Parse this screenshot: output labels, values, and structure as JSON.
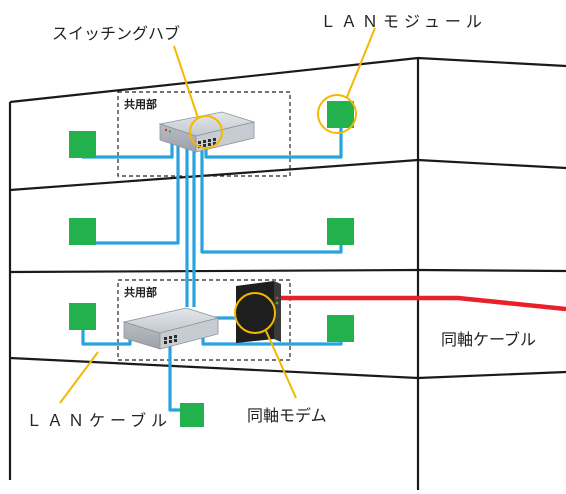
{
  "labels": {
    "switching_hub": "スイッチングハブ",
    "lan_module": "ＬＡＮモジュール",
    "shared_area_top": "共用部",
    "shared_area_bottom": "共用部",
    "coax_cable": "同軸ケーブル",
    "lan_cable": "ＬＡＮケーブル",
    "coax_modem": "同軸モデム"
  },
  "colors": {
    "lan_cable": "#29a3df",
    "coax_cable": "#e8202a",
    "lan_module": "#22b14c",
    "callout": "#f5b800",
    "hub_body": "#cfd3d8",
    "modem_body": "#1e1e1e"
  }
}
